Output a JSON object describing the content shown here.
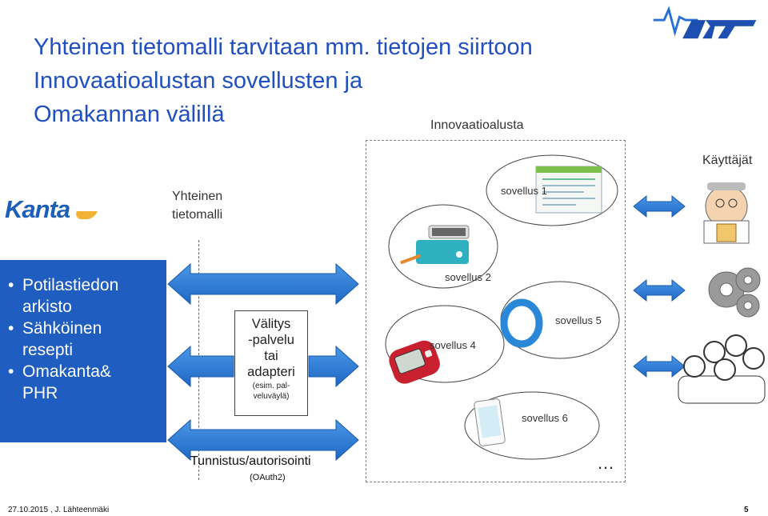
{
  "title_lines": [
    "Yhteinen tietomalli tarvitaan mm. tietojen siirtoon",
    "Innovaatioalustan sovellusten ja",
    "Omakannan välillä"
  ],
  "innovation_platform_label": "Innovaatioalusta",
  "users_label": "Käyttäjät",
  "common_model_label_lines": [
    "Yhteinen",
    "tietomalli"
  ],
  "kanta_logo_text": "Kanta",
  "kanta_items": [
    {
      "line1": "Potilastiedon",
      "line2": "arkisto"
    },
    {
      "line1": "Sähköinen",
      "line2": "resepti"
    },
    {
      "line1": "Omakanta&",
      "line2": "PHR"
    }
  ],
  "broker_box": {
    "lines": [
      "Välitys",
      "-palvelu",
      "tai",
      "adapteri"
    ],
    "note_lines": [
      "(esim. pal-",
      "veluväylä)"
    ]
  },
  "auth_label": "Tunnistus/autorisointi",
  "auth_sublabel": "(OAuth2)",
  "apps": [
    "sovellus 1",
    "sovellus 2",
    "sovellus 4",
    "sovellus 5",
    "sovellus 6"
  ],
  "ellipsis": "…",
  "footer": "27.10.2015 , J. Lähteenmäki",
  "page_number": "5",
  "colors": {
    "brand_blue": "#1f5dc0",
    "arrow_blue": "#2f7fd6",
    "title_blue": "#1f4fc0"
  }
}
